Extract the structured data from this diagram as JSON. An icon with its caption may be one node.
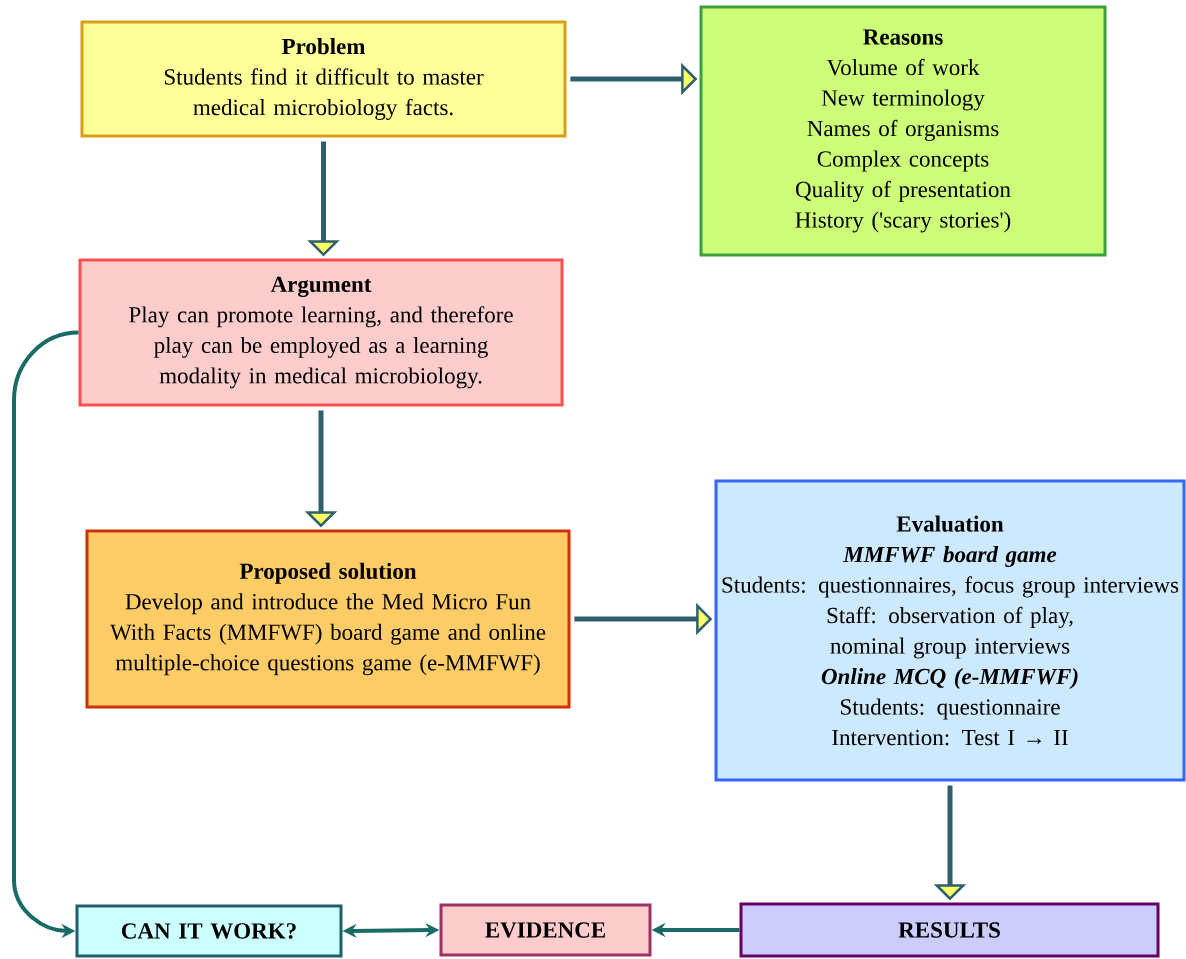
{
  "diagram": {
    "nodes": [
      {
        "text": [
          "Problem",
          "Students find it difficult to master medical microbiology facts."
        ]
      },
      {
        "text": [
          "Reasons",
          "Volume of work",
          "New terminology",
          "Names of organisms",
          "Complex concepts",
          "Quality of presentation",
          "History ('scary stories')"
        ]
      },
      {
        "text": [
          "Argument",
          "Play can promote learning, and therefore play can be employed as a learning modality in medical microbiology."
        ]
      },
      {
        "text": [
          "Proposed solution",
          "Develop and introduce the Med Micro Fun With Facts (MMFWF) board game and online multiple-choice questions game (e-MMFWF)"
        ]
      },
      {
        "text": [
          "Evaluation",
          "MMFWF board game",
          "Students: questionnaires, focus group interviews",
          "Staff: observation of play, nominal group interviews",
          "Online MCQ (e-MMFWF)",
          "Students: questionnaire",
          "Intervention: Test I → II"
        ]
      },
      {
        "text": [
          "CAN IT WORK?"
        ]
      },
      {
        "text": [
          "EVIDENCE"
        ]
      },
      {
        "text": [
          "RESULTS"
        ]
      }
    ],
    "edges": [
      {
        "from": 0,
        "to": 1,
        "arrow": "to"
      },
      {
        "from": 0,
        "to": 2,
        "arrow": "to"
      },
      {
        "from": 2,
        "to": 3,
        "arrow": "to"
      },
      {
        "from": 3,
        "to": 4,
        "arrow": "to"
      },
      {
        "from": 4,
        "to": 7,
        "arrow": "to"
      },
      {
        "from": 2,
        "to": 5,
        "arrow": "to",
        "color": "#1a6b68"
      },
      {
        "from": 6,
        "to": 5,
        "arrow": "both",
        "color": "#1a6b68"
      },
      {
        "from": 7,
        "to": 6,
        "arrow": "to",
        "color": "#1a6b68"
      }
    ]
  }
}
